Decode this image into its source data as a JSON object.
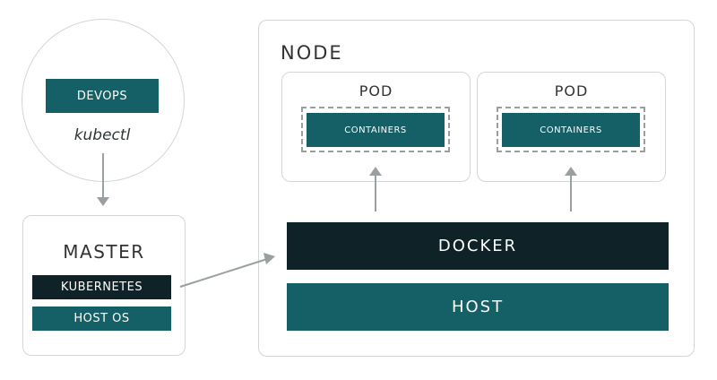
{
  "devops": {
    "label": "DEVOPS",
    "tool": "kubectl"
  },
  "master": {
    "title": "MASTER",
    "components": [
      "KUBERNETES",
      "HOST OS"
    ]
  },
  "node": {
    "title": "NODE",
    "pods": [
      {
        "title": "POD",
        "container_label": "CONTAINERS"
      },
      {
        "title": "POD",
        "container_label": "CONTAINERS"
      }
    ],
    "runtime": "DOCKER",
    "host": "HOST"
  },
  "colors": {
    "teal": "#155f66",
    "dark": "#0f2227",
    "outline": "#d4d6d6",
    "arrow": "#9aa0a2"
  }
}
